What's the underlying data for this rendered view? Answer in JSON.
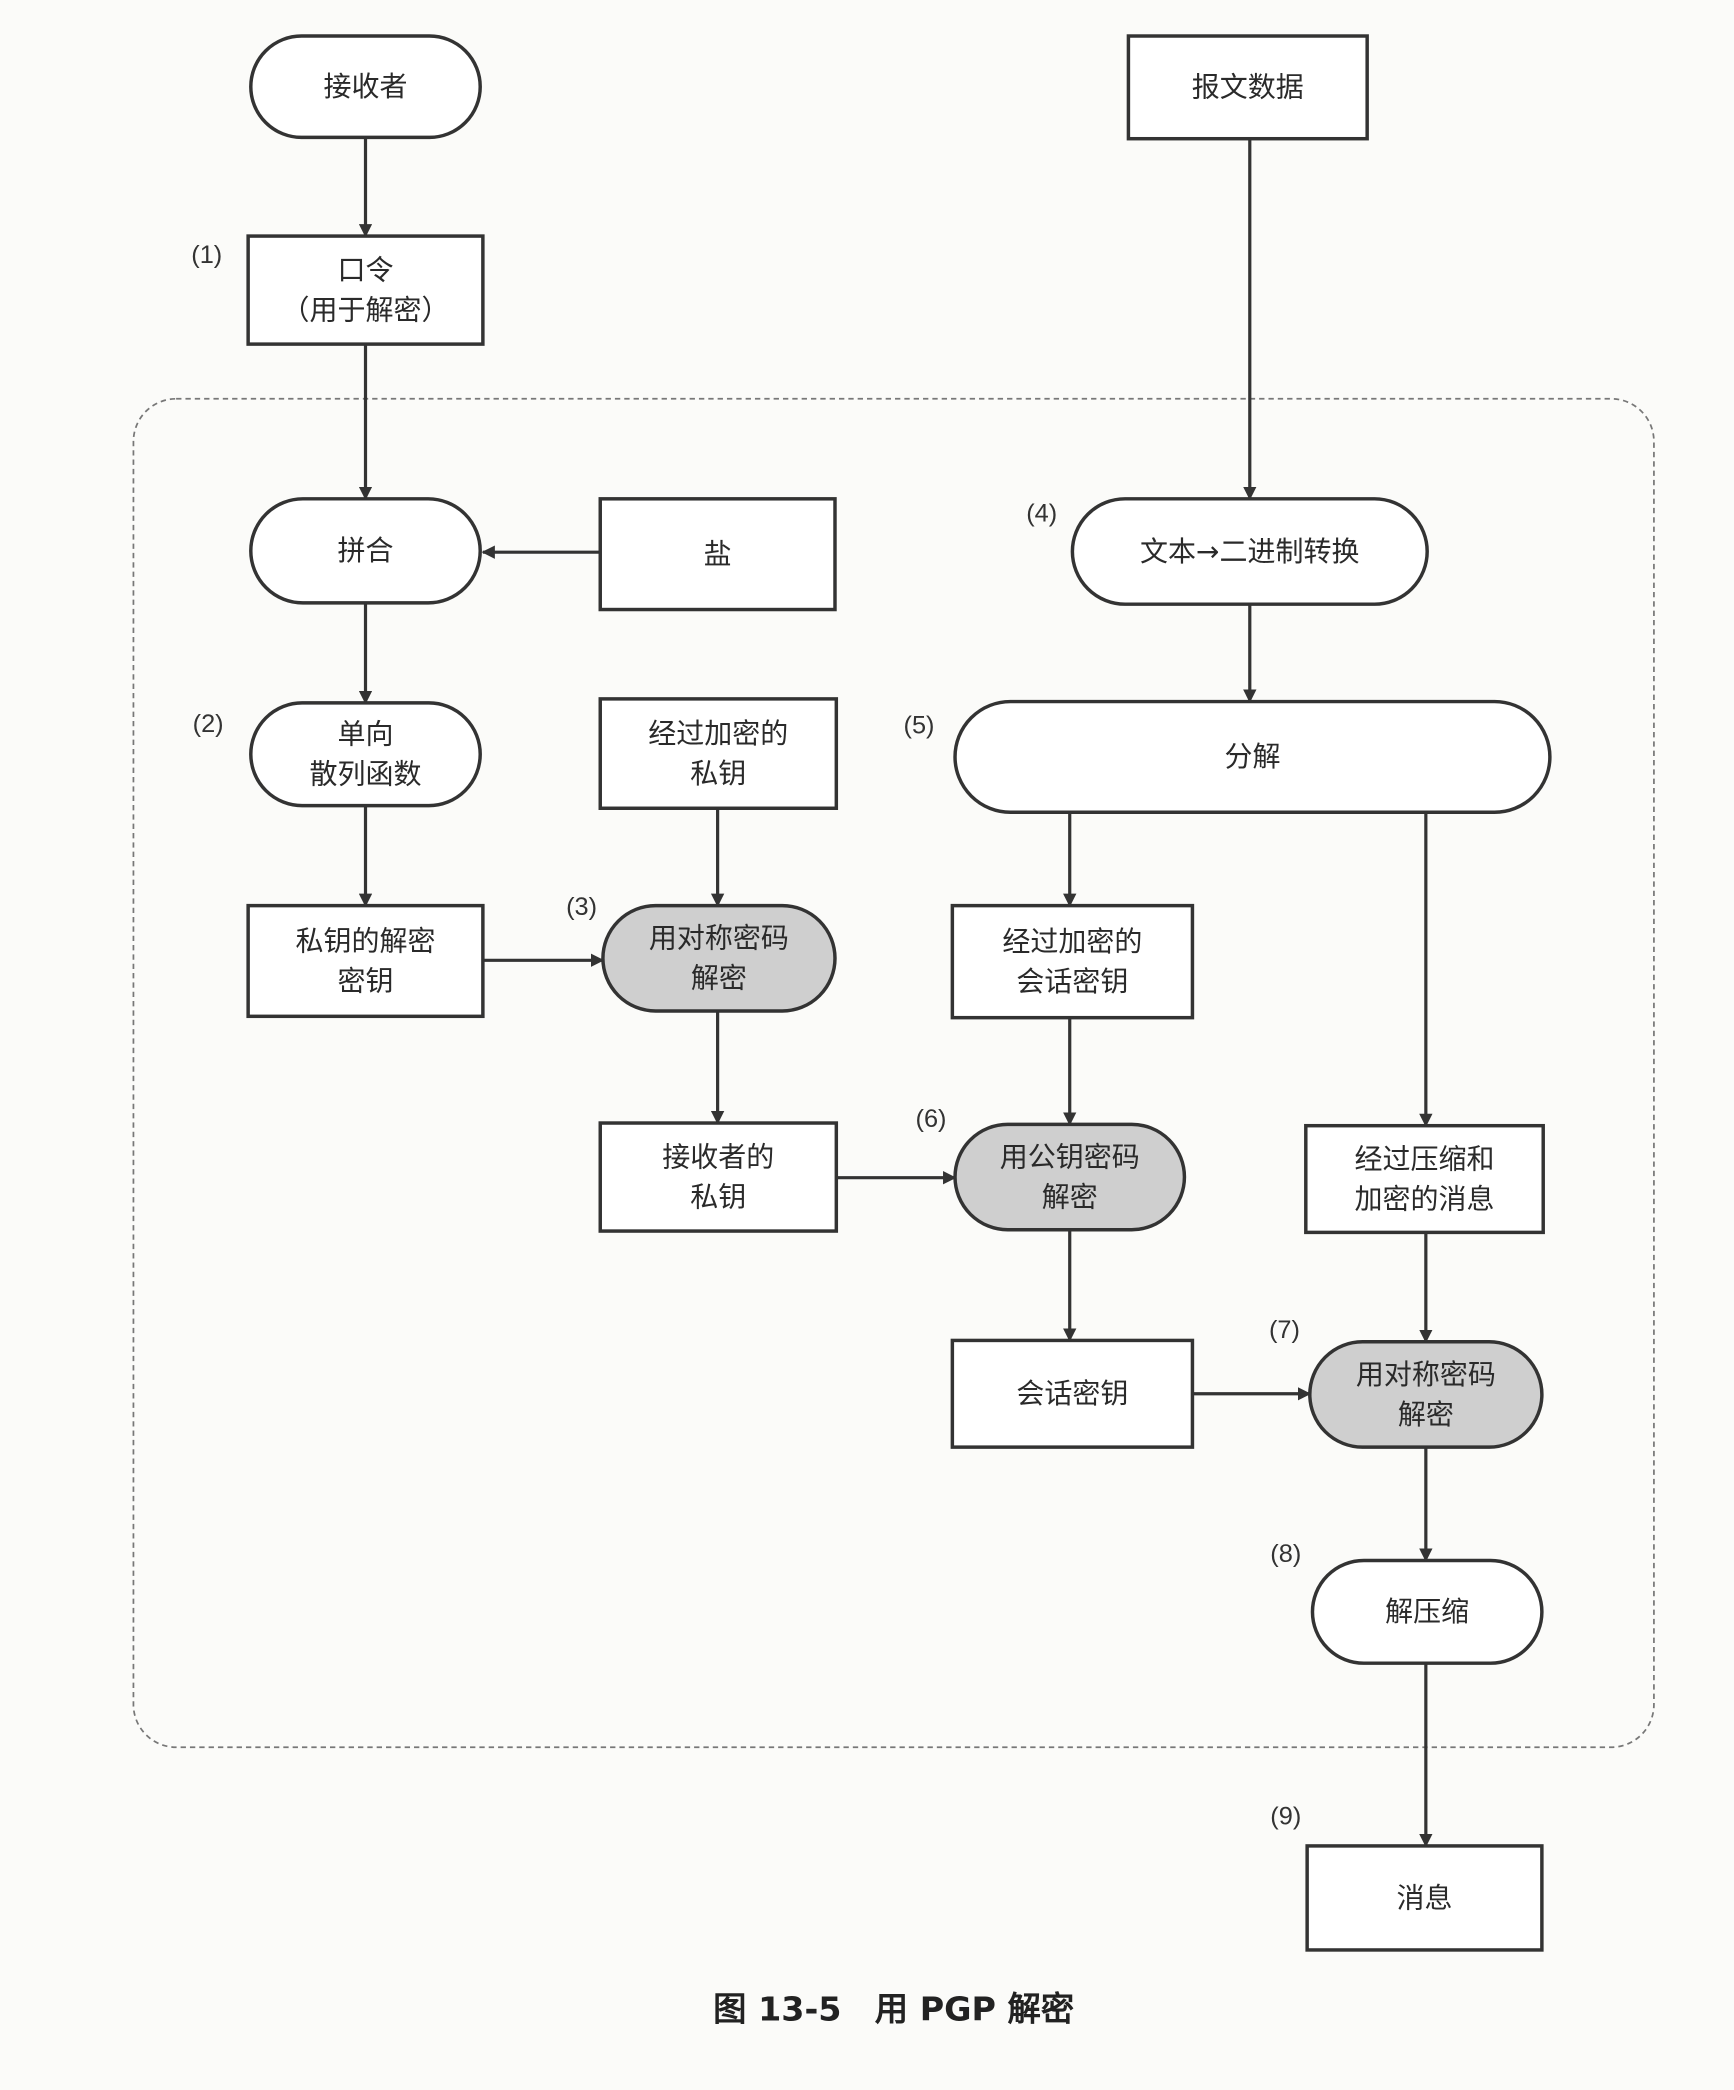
{
  "nodes": {
    "receiver": {
      "lines": [
        "接收者"
      ],
      "shape": "pill"
    },
    "message_data": {
      "lines": [
        "报文数据"
      ],
      "shape": "rect"
    },
    "passphrase": {
      "lines": [
        "口令",
        "（用于解密）"
      ],
      "shape": "rect",
      "step": "(1)"
    },
    "concat": {
      "lines": [
        "拼合"
      ],
      "shape": "pill"
    },
    "salt": {
      "lines": [
        "盐"
      ],
      "shape": "rect"
    },
    "text_to_binary": {
      "lines": [
        "文本→二进制转换"
      ],
      "shape": "pill",
      "step": "(4)"
    },
    "hash": {
      "lines": [
        "单向",
        "散列函数"
      ],
      "shape": "pill",
      "step": "(2)"
    },
    "enc_private_key": {
      "lines": [
        "经过加密的",
        "私钥"
      ],
      "shape": "rect"
    },
    "split": {
      "lines": [
        "分解"
      ],
      "shape": "pill",
      "step": "(5)"
    },
    "pk_decrypt_key": {
      "lines": [
        "私钥的解密",
        "密钥"
      ],
      "shape": "rect"
    },
    "sym_decrypt_1": {
      "lines": [
        "用对称密码",
        "解密"
      ],
      "shape": "pill-gray",
      "step": "(3)"
    },
    "enc_session_key": {
      "lines": [
        "经过加密的",
        "会话密钥"
      ],
      "shape": "rect"
    },
    "receiver_private_key": {
      "lines": [
        "接收者的",
        "私钥"
      ],
      "shape": "rect"
    },
    "pub_decrypt": {
      "lines": [
        "用公钥密码",
        "解密"
      ],
      "shape": "pill-gray",
      "step": "(6)"
    },
    "compressed_msg": {
      "lines": [
        "经过压缩和",
        "加密的消息"
      ],
      "shape": "rect"
    },
    "session_key": {
      "lines": [
        "会话密钥"
      ],
      "shape": "rect"
    },
    "sym_decrypt_2": {
      "lines": [
        "用对称密码",
        "解密"
      ],
      "shape": "pill-gray",
      "step": "(7)"
    },
    "decompress": {
      "lines": [
        "解压缩"
      ],
      "shape": "pill",
      "step": "(8)"
    },
    "message": {
      "lines": [
        "消息"
      ],
      "shape": "rect",
      "step": "(9)"
    }
  },
  "edges": [
    [
      "receiver",
      "passphrase"
    ],
    [
      "passphrase",
      "concat"
    ],
    [
      "message_data",
      "text_to_binary"
    ],
    [
      "salt",
      "concat"
    ],
    [
      "concat",
      "hash"
    ],
    [
      "hash",
      "pk_decrypt_key"
    ],
    [
      "text_to_binary",
      "split"
    ],
    [
      "enc_private_key",
      "sym_decrypt_1"
    ],
    [
      "pk_decrypt_key",
      "sym_decrypt_1"
    ],
    [
      "sym_decrypt_1",
      "receiver_private_key"
    ],
    [
      "split",
      "enc_session_key"
    ],
    [
      "split",
      "compressed_msg"
    ],
    [
      "enc_session_key",
      "pub_decrypt"
    ],
    [
      "receiver_private_key",
      "pub_decrypt"
    ],
    [
      "pub_decrypt",
      "session_key"
    ],
    [
      "compressed_msg",
      "sym_decrypt_2"
    ],
    [
      "session_key",
      "sym_decrypt_2"
    ],
    [
      "sym_decrypt_2",
      "decompress"
    ],
    [
      "decompress",
      "message"
    ]
  ],
  "colors": {
    "stroke": "#333333",
    "gray_fill": "#cfcfcf",
    "dashed": "#777777"
  },
  "caption": "图 13-5　用 PGP 解密"
}
